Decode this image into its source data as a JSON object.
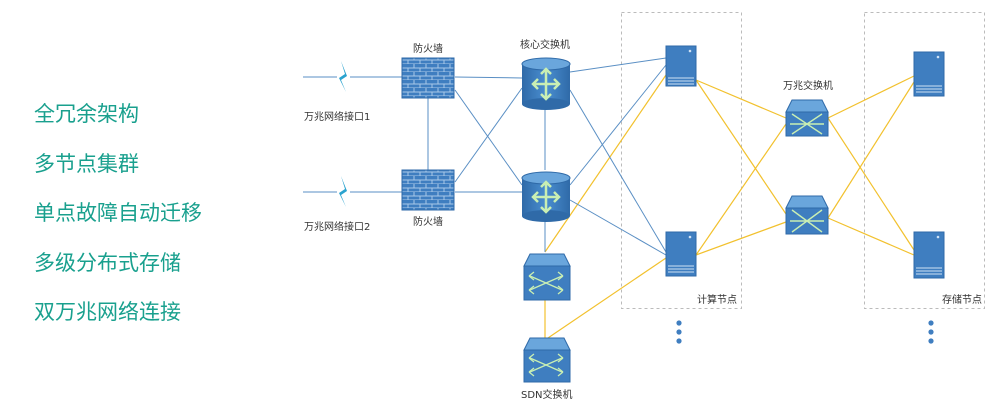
{
  "features": [
    "全冗余架构",
    "多节点集群",
    "单点故障自动迁移",
    "多级分布式存储",
    "双万兆网络连接"
  ],
  "labels": {
    "uplink1": "万兆网络接口1",
    "uplink2": "万兆网络接口2",
    "firewall_top": "防火墙",
    "firewall_bottom": "防火墙",
    "core_switch": "核心交换机",
    "tengig_switch": "万兆交换机",
    "sdn_switch": "SDN交换机",
    "compute_nodes": "计算节点",
    "storage_nodes": "存储节点"
  },
  "colors": {
    "feature_text": "#19a08e",
    "blue_link": "#5a8fc4",
    "yellow_link": "#f2c12e",
    "device_fill": "#3f7ec0",
    "lightning": "#2aa3cf",
    "dashed_border": "#bbbbbb"
  },
  "icons": {
    "uplink": "lightning-bolt-icon",
    "firewall": "brick-wall-icon",
    "core_switch": "cylinder-router-icon",
    "tengig_switch": "switch-icon",
    "sdn_switch": "switch-icon",
    "server": "server-tower-icon",
    "more": "vertical-ellipsis-icon"
  }
}
